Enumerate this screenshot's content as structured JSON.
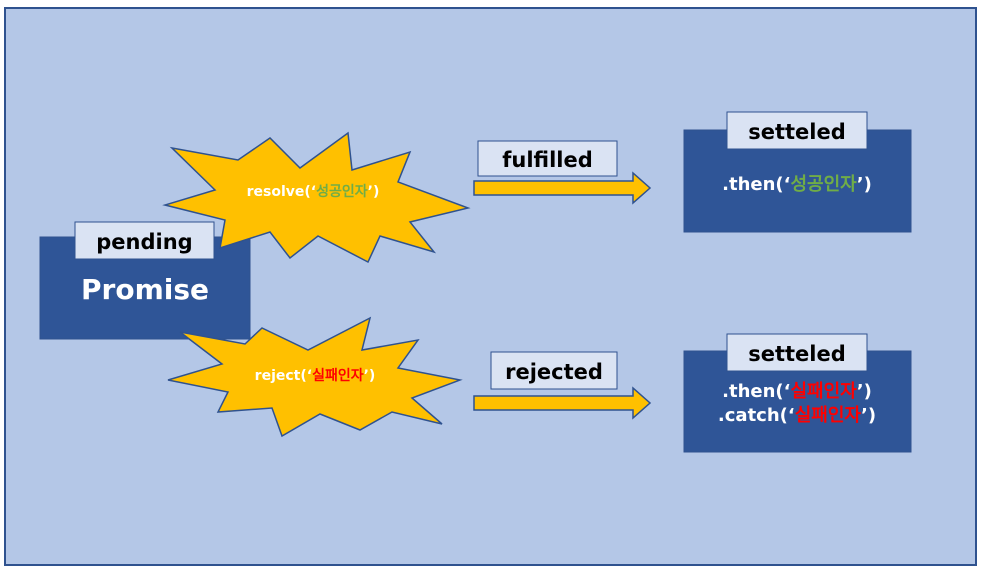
{
  "colors": {
    "background": "#B4C7E7",
    "border": "#2F528F",
    "box_fill": "#2F5597",
    "label_fill": "#DAE3F3",
    "burst_fill": "#FFC000",
    "arrow_fill": "#FFC000",
    "white_text": "#FFFFFF",
    "dark_text": "#000000",
    "success_text": "#70AD47",
    "failure_text": "#FF0000"
  },
  "promise": {
    "state_label": "pending",
    "title": "Promise"
  },
  "resolve": {
    "prefix": "resolve(‘",
    "argument": "성공인자",
    "suffix": "’)"
  },
  "reject": {
    "prefix": "reject(‘",
    "argument": "실패인자",
    "suffix": "’)"
  },
  "fulfilled": {
    "label": "fulfilled"
  },
  "rejected": {
    "label": "rejected"
  },
  "settled_success": {
    "state_label": "setteled",
    "line1": {
      "prefix": ".then(‘",
      "argument": "성공인자",
      "suffix": "’)"
    }
  },
  "settled_failure": {
    "state_label": "setteled",
    "line1": {
      "prefix": ".then(‘",
      "argument": "실패인자",
      "suffix": "’)"
    },
    "line2": {
      "prefix": ".catch(‘",
      "argument": "실패인자",
      "suffix": "’)"
    }
  }
}
